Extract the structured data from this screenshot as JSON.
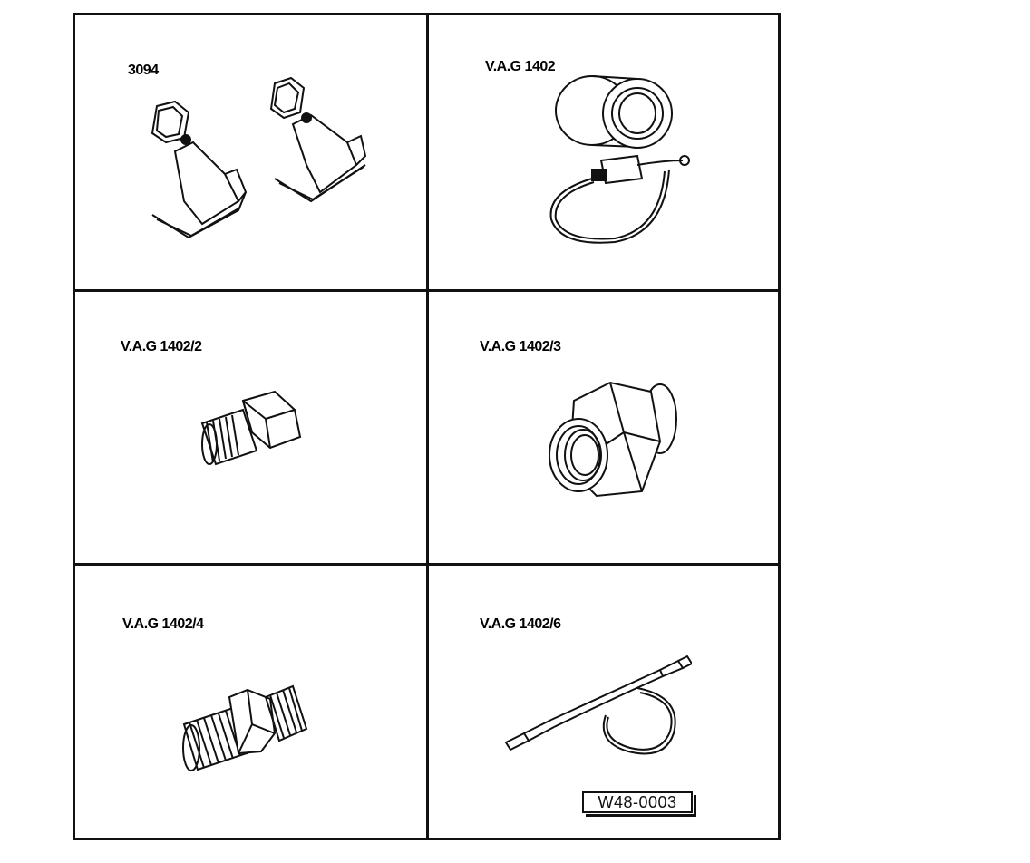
{
  "tools": [
    {
      "label": "3094",
      "icon": "clamp-pair-icon"
    },
    {
      "label": "V.A.G 1402",
      "icon": "pressure-gauge-icon"
    },
    {
      "label": "V.A.G 1402/2",
      "icon": "small-adapter-icon"
    },
    {
      "label": "V.A.G 1402/3",
      "icon": "hex-adapter-icon"
    },
    {
      "label": "V.A.G 1402/4",
      "icon": "threaded-adapter-icon"
    },
    {
      "label": "V.A.G 1402/6",
      "icon": "hose-icon"
    }
  ],
  "figure_ref": "W48-0003"
}
